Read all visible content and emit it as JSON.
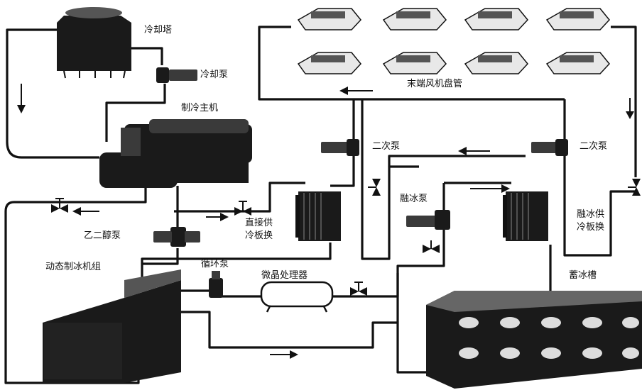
{
  "labels": {
    "cooling_tower": "冷却塔",
    "cooling_pump": "冷却泵",
    "chiller_main": "制冷主机",
    "terminal_coil": "末端风机盘管",
    "secondary_pump_left": "二次泵",
    "secondary_pump_right": "二次泵",
    "glycol_pump": "乙二醇泵",
    "direct_hx": "直接供\n冷板换",
    "ice_melt_pump": "融冰泵",
    "ice_melt_hx": "融冰供\n冷板换",
    "dynamic_ice_unit": "动态制冰机组",
    "circ_pump": "循环泵",
    "water_treatment": "微晶处理器",
    "ice_tank": "蓄冰槽"
  }
}
